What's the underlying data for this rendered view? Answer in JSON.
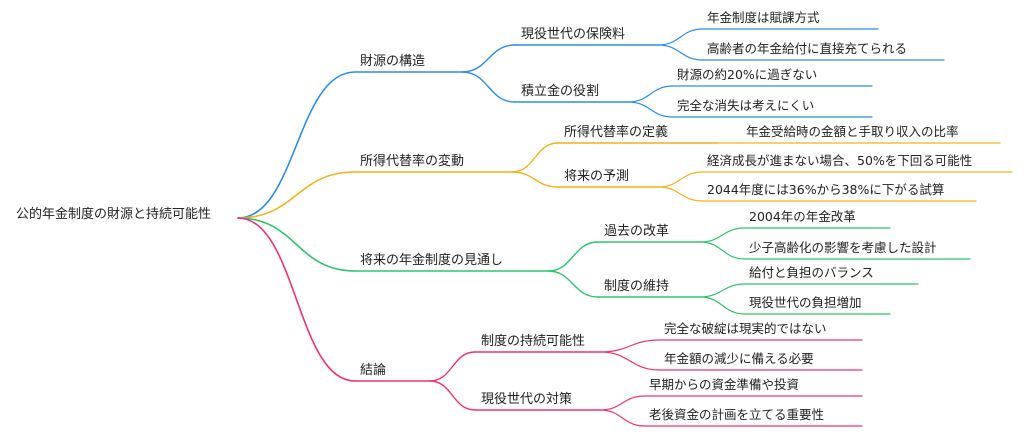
{
  "root": {
    "label": "公的年金制度の財源と持続可能性"
  },
  "colors": {
    "branch_blue": "#2b8ee6",
    "branch_orange": "#f2b21c",
    "branch_green": "#2ec56e",
    "branch_pink": "#f0307a",
    "text": "#222222",
    "background": "#ffffff"
  },
  "branches": [
    {
      "label": "財源の構造",
      "color": "#2b8ee6",
      "children": [
        {
          "label": "現役世代の保険料",
          "children": [
            "年金制度は賦課方式",
            "高齢者の年金給付に直接充てられる"
          ]
        },
        {
          "label": "積立金の役割",
          "children": [
            "財源の約20%に過ぎない",
            "完全な消失は考えにくい"
          ]
        }
      ]
    },
    {
      "label": "所得代替率の変動",
      "color": "#f2b21c",
      "children": [
        {
          "label": "所得代替率の定義",
          "children": [
            "年金受給時の金額と手取り収入の比率"
          ]
        },
        {
          "label": "将来の予測",
          "children": [
            "経済成長が進まない場合、50%を下回る可能性",
            "2044年度には36%から38%に下がる試算"
          ]
        }
      ]
    },
    {
      "label": "将来の年金制度の見通し",
      "color": "#2ec56e",
      "children": [
        {
          "label": "過去の改革",
          "children": [
            "2004年の年金改革",
            "少子高齢化の影響を考慮した設計"
          ]
        },
        {
          "label": "制度の維持",
          "children": [
            "給付と負担のバランス",
            "現役世代の負担増加"
          ]
        }
      ]
    },
    {
      "label": "結論",
      "color": "#f0307a",
      "children": [
        {
          "label": "制度の持続可能性",
          "children": [
            "完全な破綻は現実的ではない",
            "年金額の減少に備える必要"
          ]
        },
        {
          "label": "現役世代の対策",
          "children": [
            "早期からの資金準備や投資",
            "老後資金の計画を立てる重要性"
          ]
        }
      ]
    }
  ]
}
